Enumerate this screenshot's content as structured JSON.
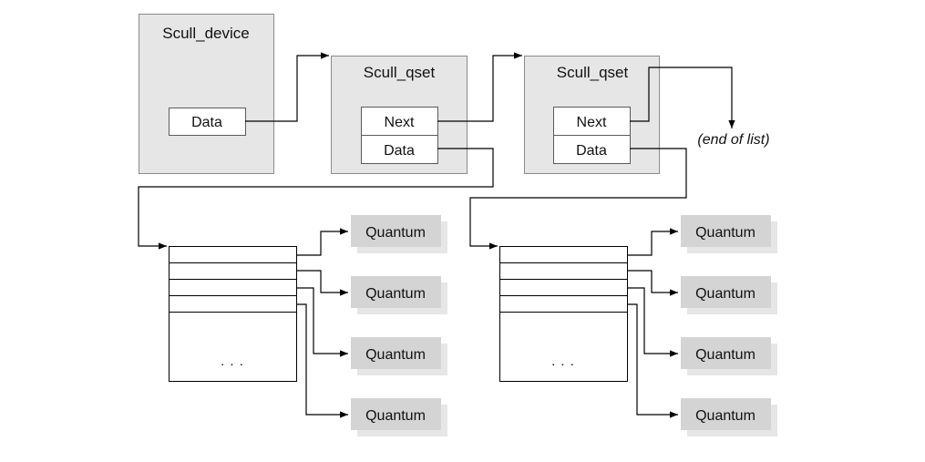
{
  "scull_device": {
    "title": "Scull_device",
    "data_label": "Data"
  },
  "qsets": [
    {
      "title": "Scull_qset",
      "next_label": "Next",
      "data_label": "Data"
    },
    {
      "title": "Scull_qset",
      "next_label": "Next",
      "data_label": "Data"
    }
  ],
  "end_of_list": "(end of list)",
  "arrays": [
    {
      "ellipsis": ". . .",
      "quanta": [
        "Quantum",
        "Quantum",
        "Quantum",
        "Quantum"
      ]
    },
    {
      "ellipsis": ". . .",
      "quanta": [
        "Quantum",
        "Quantum",
        "Quantum",
        "Quantum"
      ]
    }
  ],
  "colors": {
    "box_fill": "#e6e6e6",
    "box_stroke": "#8a8a8a",
    "quantum_fill": "#d4d4d4",
    "shadow_fill": "#e6e6e6",
    "line_color": "#000000"
  }
}
